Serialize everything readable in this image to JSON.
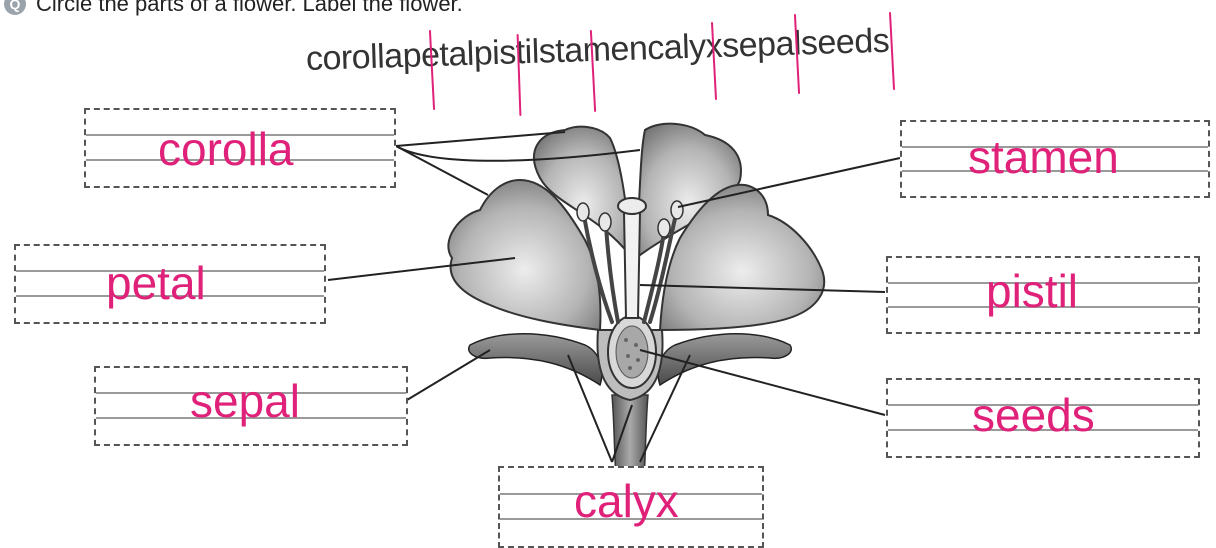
{
  "instruction": "Circle the parts of a flower. Label the flower.",
  "question_icon": "question-badge-icon",
  "word_bank": [
    "corolla",
    "petal",
    "pistil",
    "stamen",
    "calyx",
    "sepal",
    "seeds"
  ],
  "labels": {
    "corolla": "corolla",
    "stamen": "stamen",
    "petal": "petal",
    "pistil": "pistil",
    "sepal": "sepal",
    "seeds": "seeds",
    "calyx": "calyx"
  },
  "colors": {
    "handwriting": "#e0217a",
    "leader_line": "#222222",
    "box_border": "#555555"
  }
}
